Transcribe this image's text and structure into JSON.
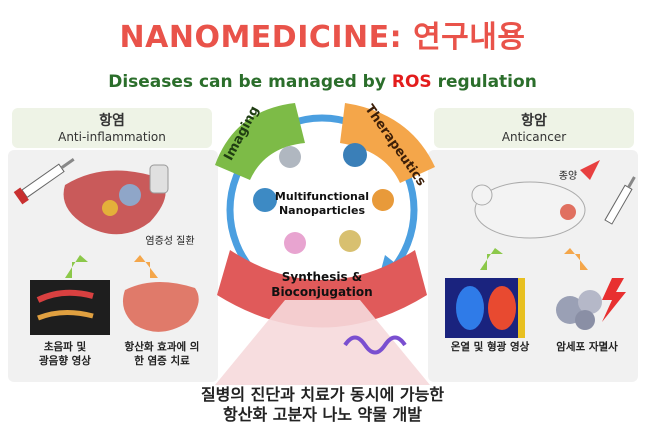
{
  "title": "NANOMEDICINE: 연구내용",
  "subtitle": {
    "prefix": "Diseases can be managed by ",
    "highlight": "ROS",
    "suffix": " regulation"
  },
  "left_panel": {
    "title_ko": "항염",
    "title_en": "Anti-inflammation",
    "disease_label": "염증성 질환",
    "caption1": "초음파 및\n광음향 영상",
    "caption2": "항산화 효과에 의\n한 염증 치료"
  },
  "right_panel": {
    "title_ko": "항암",
    "title_en": "Anticancer",
    "tumor_label": "종양",
    "caption1": "온열 및 형광 영상",
    "caption2": "암세포 자멸사"
  },
  "center": {
    "imaging": "Imaging",
    "therapeutics": "Therapeutics",
    "core": "Multifunctional\nNanoparticles",
    "synthesis": "Synthesis &\nBioconjugation"
  },
  "bottom_text": {
    "line1": "질병의 진단과 치료가 동시에 가능한",
    "line2": "항산화 고분자 나노 약물 개발"
  },
  "colors": {
    "title": "#e9534a",
    "subtitle": "#2b6e2b",
    "ros": "#e31c1c",
    "imaging": "#7dbb47",
    "therapeutics": "#f4a64a",
    "synthesis": "#e05a5a",
    "ring": "#4b9fe0"
  }
}
